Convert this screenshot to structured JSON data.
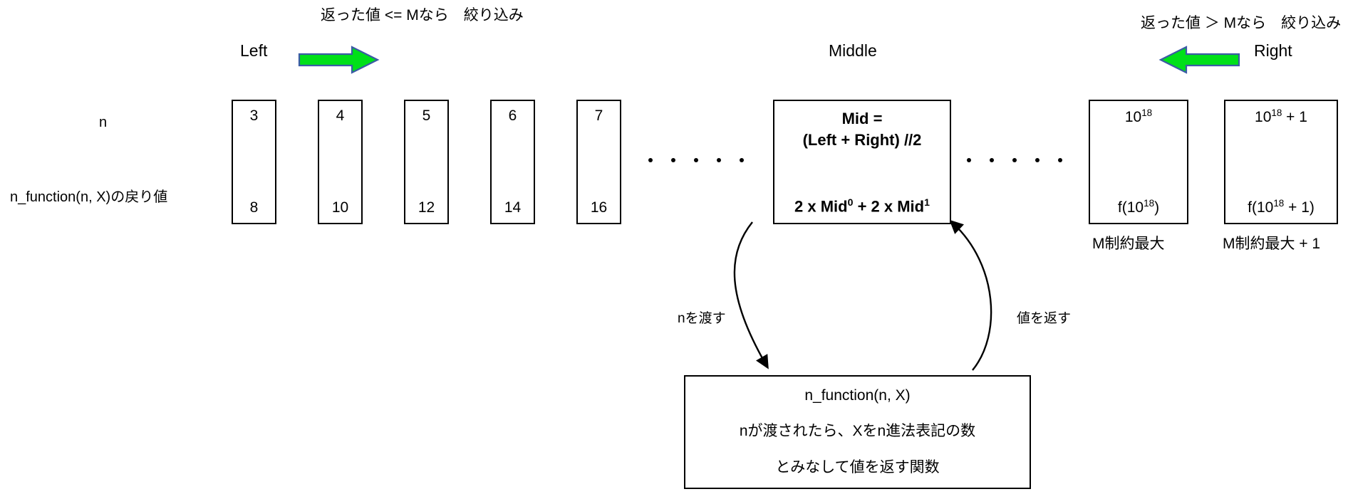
{
  "diagram": {
    "title": "二分探索 (binary search) n_function 図",
    "accent_green": "#00E019",
    "accent_outline": "#3B5BA5",
    "line_color": "#000000"
  },
  "conditions": {
    "left_condition": "返った値 <= Mなら　絞り込み",
    "right_condition": "返った値 ＞ Mなら　絞り込み"
  },
  "pointers": {
    "left_label": "Left",
    "middle_label": "Middle",
    "right_label": "Right"
  },
  "row_labels": {
    "n": "n",
    "return_value": "n_function(n, X)の戻り値"
  },
  "boxes": [
    {
      "n": "3",
      "value": "8"
    },
    {
      "n": "4",
      "value": "10"
    },
    {
      "n": "5",
      "value": "12"
    },
    {
      "n": "6",
      "value": "14"
    },
    {
      "n": "7",
      "value": "16"
    }
  ],
  "middle_box": {
    "formula_line1": "Mid =",
    "formula_line2": "(Left + Right) //2",
    "formula_line3_pre": "2 x Mid",
    "formula_line3_sup1": "0",
    "formula_line3_mid": " + 2 x Mid",
    "formula_line3_sup2": "1"
  },
  "right_boxes": [
    {
      "n_base": "10",
      "n_sup": "18",
      "n_suffix": "",
      "value_pre": "f(10",
      "value_sup": "18",
      "value_post": ")",
      "caption": "M制約最大"
    },
    {
      "n_base": "10",
      "n_sup": "18",
      "n_suffix": " + 1",
      "value_pre": "f(10",
      "value_sup": "18",
      "value_post": " + 1)",
      "caption": "M制約最大 + 1"
    }
  ],
  "ellipsis": {
    "dot_count": 5
  },
  "function_box": {
    "line1": "n_function(n, X)",
    "line2": "nが渡されたら、Xをn進法表記の数",
    "line3": "とみなして値を返す関数"
  },
  "flow_arrows": {
    "down_label": "nを渡す",
    "up_label": "値を返す"
  }
}
